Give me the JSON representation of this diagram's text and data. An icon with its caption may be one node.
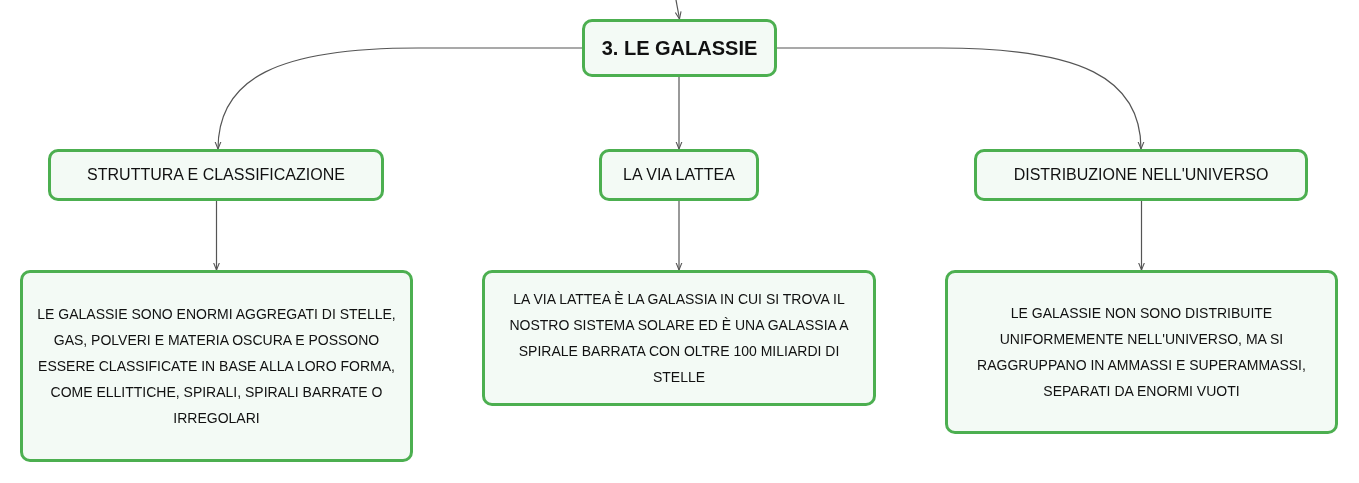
{
  "diagram": {
    "nodes": [
      {
        "text": [
          "3. LE GALASSIE"
        ]
      },
      {
        "text": [
          "STRUTTURA E CLASSIFICAZIONE"
        ]
      },
      {
        "text": [
          "LA VIA LATTEA"
        ]
      },
      {
        "text": [
          "DISTRIBUZIONE NELL'UNIVERSO"
        ]
      },
      {
        "text": [
          "LE GALASSIE SONO ENORMI AGGREGATI DI STELLE, GAS, POLVERI E MATERIA OSCURA E POSSONO ESSERE CLASSIFICATE IN BASE ALLA LORO FORMA, COME ELLITTICHE, SPIRALI, SPIRALI BARRATE O IRREGOLARI"
        ]
      },
      {
        "text": [
          "LA VIA LATTEA È LA GALASSIA IN CUI SI TROVA IL NOSTRO SISTEMA SOLARE ED È UNA GALASSIA A SPIRALE BARRATA CON OLTRE 100 MILIARDI DI STELLE"
        ]
      },
      {
        "text": [
          "LE GALASSIE NON SONO DISTRIBUITE UNIFORMEMENTE NELL'UNIVERSO, MA SI RAGGRUPPANO IN AMMASSI E SUPERAMMASSI, SEPARATI DA ENORMI VUOTI"
        ]
      }
    ],
    "edges": [
      {
        "from": null,
        "to": 0,
        "arrow": "to"
      },
      {
        "from": 0,
        "to": 1,
        "arrow": "to"
      },
      {
        "from": 0,
        "to": 2,
        "arrow": "to"
      },
      {
        "from": 0,
        "to": 3,
        "arrow": "to"
      },
      {
        "from": 1,
        "to": 4,
        "arrow": "to"
      },
      {
        "from": 2,
        "to": 5,
        "arrow": "to"
      },
      {
        "from": 3,
        "to": 6,
        "arrow": "to"
      }
    ]
  }
}
